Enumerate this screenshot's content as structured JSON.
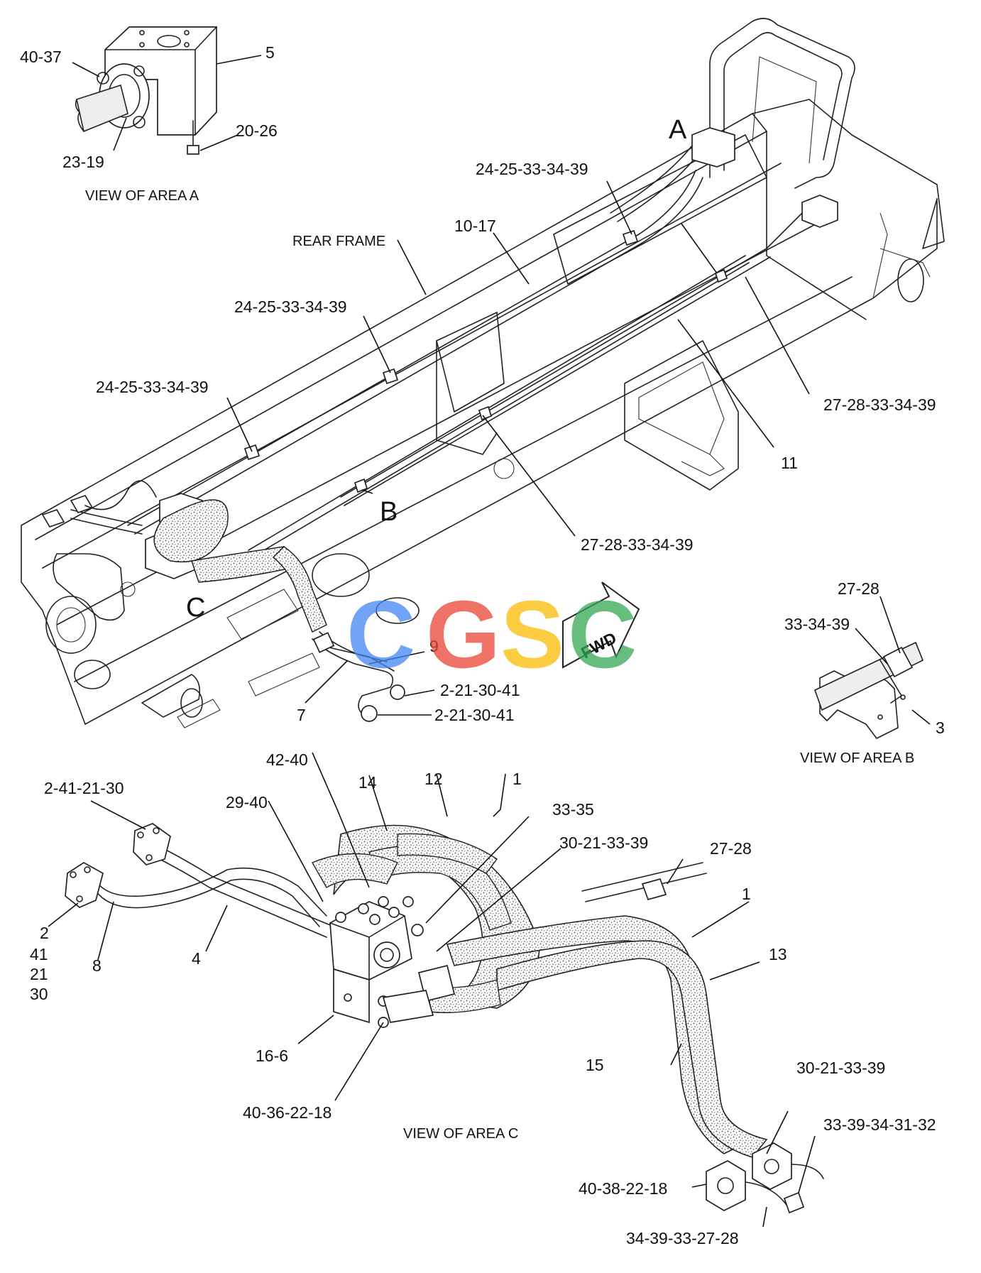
{
  "labels": {
    "a_40_37": "40-37",
    "a_5": "5",
    "a_20_26": "20-26",
    "a_23_19": "23-19",
    "view_a": "VIEW OF AREA  A",
    "area_a": "A",
    "area_b": "B",
    "area_c": "C",
    "rear_frame": "REAR FRAME",
    "l_10_17": "10-17",
    "l_24_top": "24-25-33-34-39",
    "l_24_mid": "24-25-33-34-39",
    "l_24_low": "24-25-33-34-39",
    "l_27_right": "27-28-33-34-39",
    "l_11": "11",
    "l_27_center": "27-28-33-34-39",
    "l_9": "9",
    "l_2_21_a": "2-21-30-41",
    "l_2_21_b": "2-21-30-41",
    "l_7": "7",
    "b_27_28": "27-28",
    "b_33_34_39": "33-34-39",
    "b_3": "3",
    "view_b": "VIEW OF AREA  B",
    "c_42_40": "42-40",
    "c_14": "14",
    "c_12": "12",
    "c_1_top": "1",
    "c_2_41_21_30": "2-41-21-30",
    "c_29_40": "29-40",
    "c_33_35": "33-35",
    "c_30_21_33_39_top": "30-21-33-39",
    "c_27_28": "27-28",
    "c_1_right": "1",
    "c_13": "13",
    "c_2": "2",
    "c_41": "41",
    "c_21": "21",
    "c_30": "30",
    "c_8": "8",
    "c_4": "4",
    "c_16_6": "16-6",
    "c_40_36_22_18": "40-36-22-18",
    "view_c": "VIEW OF AREA  C",
    "c_15": "15",
    "c_30_21_33_39_bottom": "30-21-33-39",
    "c_33_39_34_31_32": "33-39-34-31-32",
    "c_40_38_22_18": "40-38-22-18",
    "c_34_39_33_27_28": "34-39-33-27-28",
    "fwd": "FWD"
  },
  "watermark": {
    "letters": [
      "C",
      "G",
      "S",
      "C"
    ],
    "colors": [
      "#4285f4",
      "#ea4335",
      "#fbbc05",
      "#34a853"
    ]
  },
  "icons": {
    "forward_arrow": "fwd-arrow-icon"
  }
}
